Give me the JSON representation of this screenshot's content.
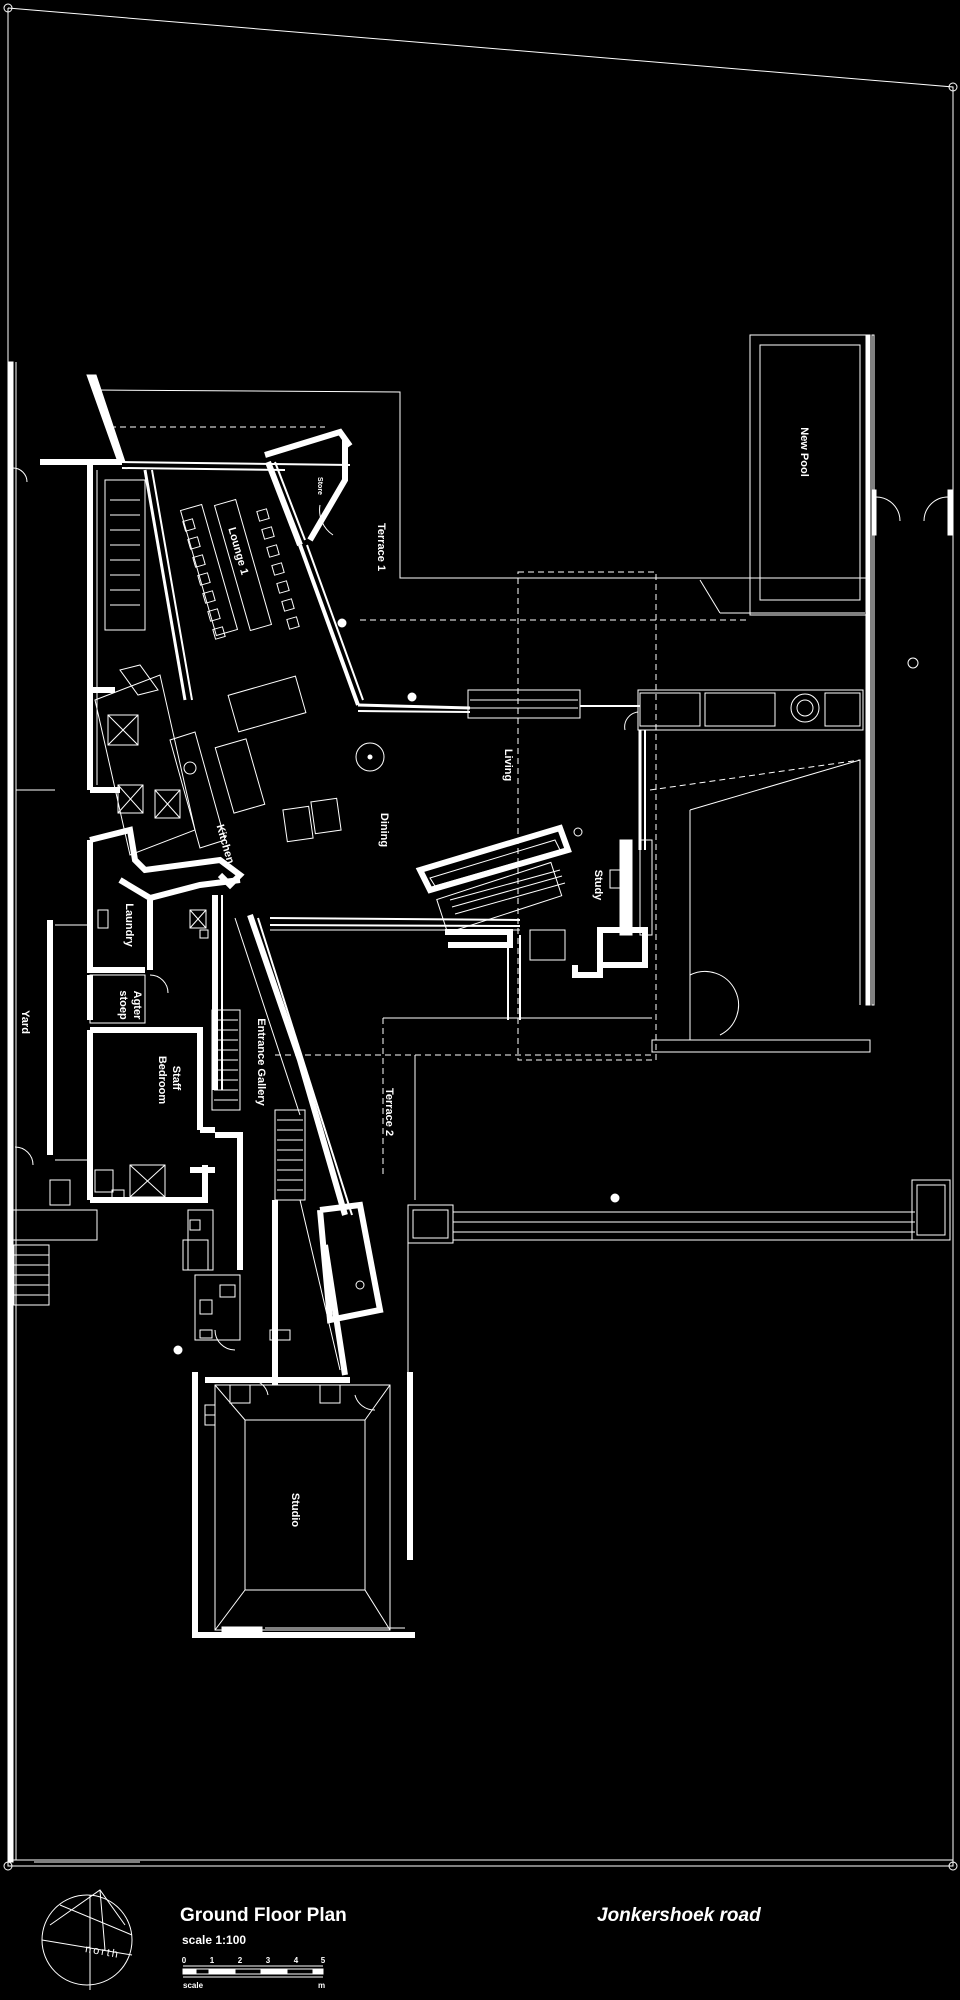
{
  "drawing": {
    "title": "Ground Floor Plan",
    "scale_label": "scale 1:100",
    "scale_ticks": [
      "0",
      "1",
      "2",
      "3",
      "4",
      "5"
    ],
    "scale_word": "scale",
    "scale_unit": "m",
    "north_label": "north",
    "road_label": "Jonkershoek road"
  },
  "rooms": {
    "new_pool": "New Pool",
    "terrace_1": "Terrace 1",
    "lounge_1": "Lounge 1",
    "kitchen": "Kitchen",
    "dining": "Dining",
    "living": "Living",
    "study": "Study",
    "laundry": "Laundry",
    "agter": "Agter",
    "stoep": "stoep",
    "staff": "Staff",
    "bedroom": "Bedroom",
    "yard": "Yard",
    "entrance_gallery": "Entrance Gallery",
    "terrace_2": "Terrace 2",
    "studio": "Studio",
    "store": "Store"
  },
  "colors": {
    "background": "#000000",
    "linework": "#ffffff"
  }
}
